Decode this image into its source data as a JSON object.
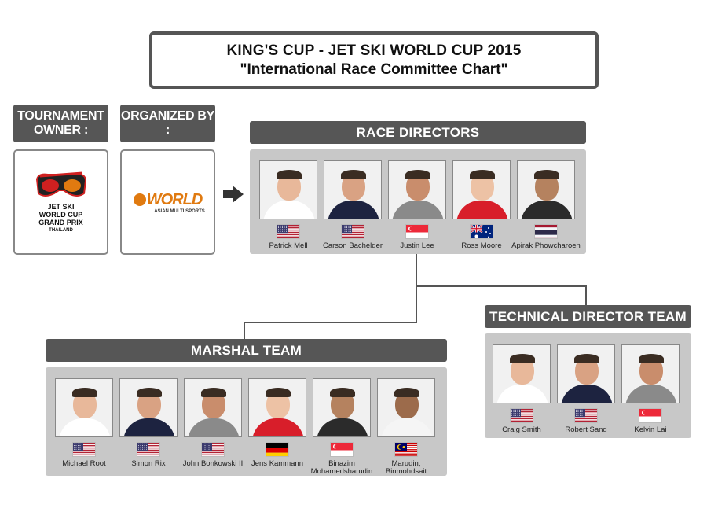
{
  "title": {
    "line1": "KING'S CUP - JET SKI WORLD CUP 2015",
    "line2": "\"International Race Committee Chart\""
  },
  "owner": {
    "header": "TOURNAMENT OWNER :",
    "logo_text_1": "JET SKI",
    "logo_text_2": "WORLD CUP",
    "logo_text_3": "GRAND PRIX",
    "logo_text_4": "THAILAND"
  },
  "organizer": {
    "header": "ORGANIZED BY :",
    "logo_text": "WORLD",
    "logo_sub": "ASIAN MULTI SPORTS"
  },
  "race_directors": {
    "header": "RACE  DIRECTORS",
    "members": [
      {
        "name": "Patrick Mell",
        "flag": "us"
      },
      {
        "name": "Carson Bachelder",
        "flag": "us"
      },
      {
        "name": "Justin Lee",
        "flag": "sg"
      },
      {
        "name": "Ross Moore",
        "flag": "au"
      },
      {
        "name": "Apirak Phowcharoen",
        "flag": "th"
      }
    ]
  },
  "technical": {
    "header": "TECHNICAL  DIRECTOR TEAM",
    "members": [
      {
        "name": "Craig Smith",
        "flag": "us"
      },
      {
        "name": "Robert Sand",
        "flag": "us"
      },
      {
        "name": "Kelvin Lai",
        "flag": "sg"
      }
    ]
  },
  "marshal": {
    "header": "MARSHAL TEAM",
    "members": [
      {
        "name": "Michael Root",
        "flag": "us"
      },
      {
        "name": "Simon Rix",
        "flag": "us"
      },
      {
        "name": "John Bonkowski II",
        "flag": "us"
      },
      {
        "name": "Jens Kammann",
        "flag": "de"
      },
      {
        "name": "Binazim\nMohamedsharudin",
        "flag": "sg"
      },
      {
        "name": "Marudin,\nBinmohdsait",
        "flag": "my"
      }
    ]
  },
  "colors": {
    "header_bg": "#565656",
    "panel_bg": "#c8c8c8",
    "accent_orange": "#e07a10",
    "logo_red": "#d02020"
  }
}
